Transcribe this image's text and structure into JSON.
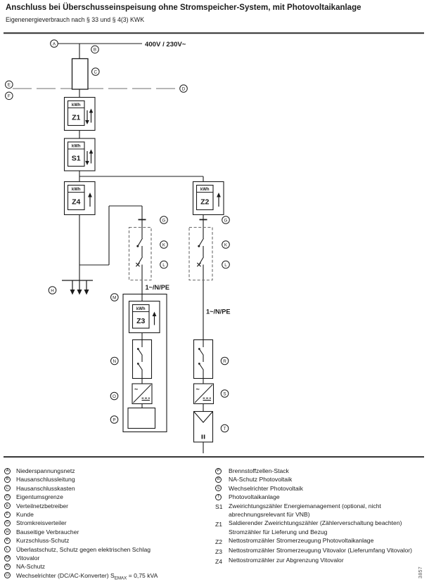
{
  "header": {
    "title": "Anschluss bei Überschusseinspeisung ohne Stromspeicher-System, mit Photovoltaikanlage",
    "subtitle": "Eigenenergieverbrauch nach § 33 und § 4(3) KWK"
  },
  "diagram": {
    "voltage_label": "400V / 230V~",
    "phase_label_left": "1~/N/PE",
    "phase_label_right": "1~/N/PE",
    "kwh": "kWh",
    "meters": {
      "z1": "Z1",
      "s1": "S1",
      "z4": "Z4",
      "z2": "Z2",
      "z3": "Z3"
    },
    "inverter_ac": "~",
    "callouts": {
      "a": "A",
      "b": "B",
      "c": "C",
      "d": "D",
      "e": "E",
      "f": "F",
      "g": "G",
      "h": "H",
      "k": "K",
      "l": "L",
      "m": "M",
      "n": "N",
      "o": "O",
      "p": "P",
      "r": "R",
      "s": "S",
      "t": "T"
    }
  },
  "legend": {
    "left": [
      {
        "key": "A",
        "label": "Niederspannungsnetz"
      },
      {
        "key": "B",
        "label": "Hausanschlussleitung"
      },
      {
        "key": "C",
        "label": "Hausanschlusskasten"
      },
      {
        "key": "D",
        "label": "Eigentumsgrenze"
      },
      {
        "key": "E",
        "label": "Verteilnetzbetreiber"
      },
      {
        "key": "F",
        "label": "Kunde"
      },
      {
        "key": "G",
        "label": "Stromkreisverteiler"
      },
      {
        "key": "H",
        "label": "Bauseitige Verbraucher"
      },
      {
        "key": "K",
        "label": "Kurzschluss-Schutz"
      },
      {
        "key": "L",
        "label": "Überlastschutz, Schutz gegen elektrischen Schlag"
      },
      {
        "key": "M",
        "label": "Vitovalor"
      },
      {
        "key": "N",
        "label": "NA-Schutz"
      },
      {
        "key": "O",
        "label": "Wechselrichter (DC/AC-Konverter) S",
        "sub": "EMAX",
        "post": " = 0,75 kVA"
      }
    ],
    "right": [
      {
        "key": "P",
        "label": "Brennstoffzellen-Stack"
      },
      {
        "key": "R",
        "label": "NA-Schutz Photovoltaik"
      },
      {
        "key": "S",
        "label": "Wechselrichter Photovoltaik"
      },
      {
        "key": "T",
        "label": "Photovoltaikanlage"
      },
      {
        "key": "S1",
        "label": "Zweirichtungszähler Energiemanagement (optional, nicht abrechnungsrelevant für VNB)"
      },
      {
        "key": "Z1",
        "label": "Saldierender Zweirichtungszähler (Zählerverschaltung beachten)",
        "label2": "Stromzähler für Lieferung und Bezug"
      },
      {
        "key": "Z2",
        "label": "Nettostromzähler Stromerzeugung Photovoltaikanlage"
      },
      {
        "key": "Z3",
        "label": "Nettostromzähler Stromerzeugung Vitovalor (Lieferumfang Vitovalor)"
      },
      {
        "key": "Z4",
        "label": "Nettostromzähler zur Abgrenzung Vitovalor"
      }
    ]
  },
  "figure_number": "3857"
}
